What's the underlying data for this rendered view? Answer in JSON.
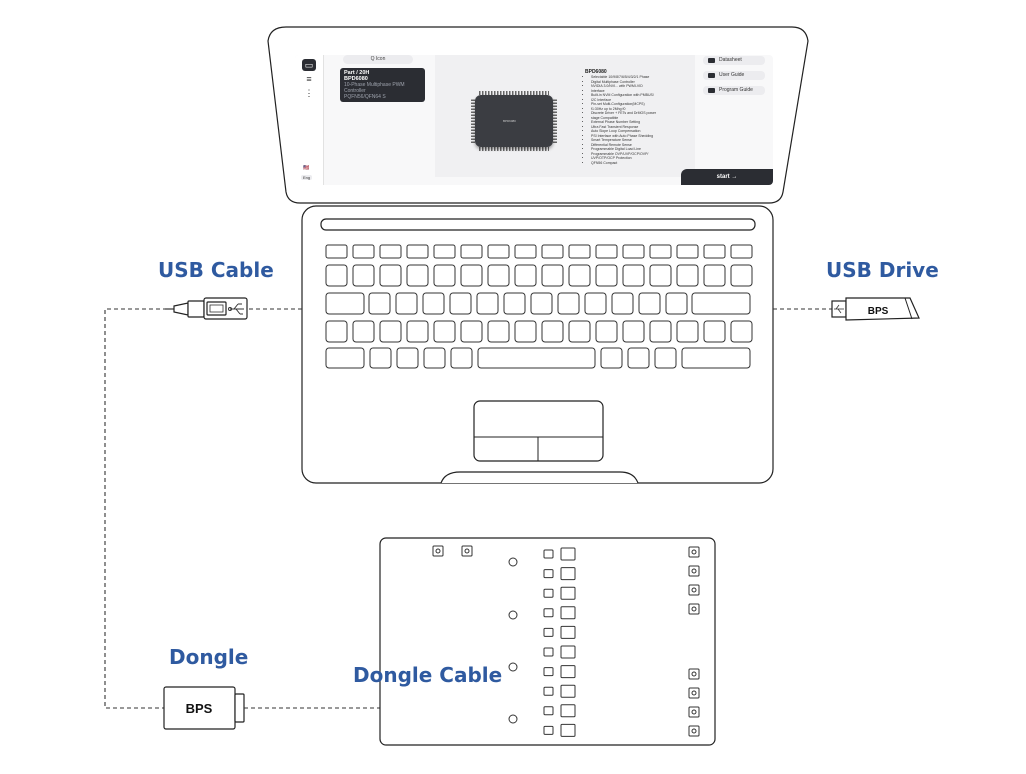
{
  "labels": {
    "usb_cable": "USB Cable",
    "usb_drive": "USB Drive",
    "dongle": "Dongle",
    "dongle_cable": "Dongle Cable"
  },
  "devices": {
    "usb_drive_text": "BPS",
    "dongle_text": "BPS"
  },
  "screen": {
    "search_placeholder": "Q  Icon",
    "part": {
      "title": "Part / 20H",
      "model": "BPD6080",
      "desc": "10-Phase Multiphase PWM",
      "desc2": "Controller",
      "pkg": "PQFN56/QFN64 S"
    },
    "chip_mark": "BPD6080",
    "spec_title": "BPD6080",
    "spec_items": [
      "Selectable 10/9/8/7/6/5/4/3/2/1 Phase",
      "Digital Multiphase Controller",
      "NVIDIA 3.0/NVI... with PWMI-VID",
      "Interface",
      "Built-in NVM Configuration with PMBUS/",
      "I2C Interface",
      "Pin-set Multi-Configuration(MCPS)",
      "f1:30Hz up to 2Mhg f0",
      "Discrete Driver + FETs and DrMOS power",
      "stage Compatible",
      "External Phase Number Setting",
      "Ultra Fast Transient Response",
      "Auto Slope Loop Compensation",
      "PSI Interface with Auto Phase Shedding",
      "Smart Temperature Sense",
      "Differential Remote Sense",
      "Programmable Digital Load Line",
      "Programmable OVP/UVP/OCP/OVP/",
      "UVP/OTP/OCP Protection",
      "QFN56 Compact"
    ],
    "buttons": [
      "Datasheet",
      "User Guide",
      "Program Guide"
    ],
    "start_label": "start  →",
    "lang": "🇺🇸",
    "lang_code": "Eng"
  },
  "icons": {
    "usb_connector": "usb-connector-icon",
    "usb_symbol": "usb-trident-icon",
    "header_connector": "pin-header-icon"
  },
  "colors": {
    "label": "#2f5aa0",
    "line": "#222222",
    "screen_dark": "#2b2d33"
  }
}
